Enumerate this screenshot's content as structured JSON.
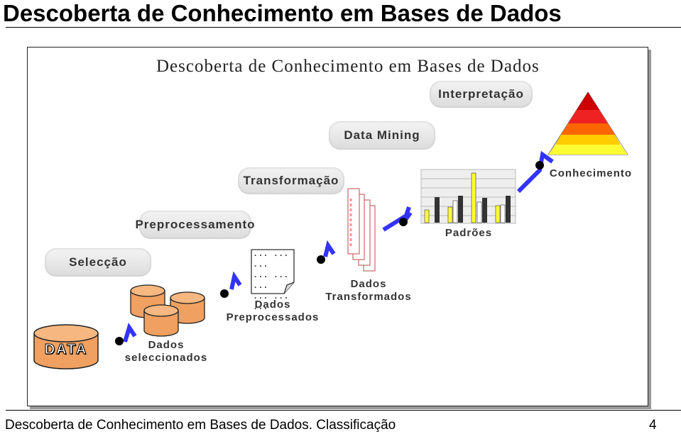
{
  "slide": {
    "title": "Descoberta de Conhecimento em Bases de Dados",
    "footer": "Descoberta de Conhecimento em Bases de Dados. Classificação",
    "page": "4"
  },
  "diagram": {
    "title": "Descoberta de Conhecimento em Bases de Dados",
    "stages": {
      "selection": "Selecção",
      "preprocessing": "Preprocessamento",
      "transformation": "Transformação",
      "data_mining": "Data Mining",
      "interpretation": "Interpretação"
    },
    "artifacts": {
      "data": "DATA",
      "selected_data": [
        "Dados",
        "seleccionados"
      ],
      "preprocessed_data": [
        "Dados",
        "Preprocessados"
      ],
      "transformed_data": [
        "Dados",
        "Transformados"
      ],
      "patterns": "Padrões",
      "knowledge": "Conhecimento"
    },
    "doc_lines": [
      "... ... ...",
      "... ... ...",
      "... ... ..."
    ],
    "colors": {
      "cylinder": "#f0a060",
      "arrow": "#3333ff",
      "pyramid": [
        "#cc0000",
        "#ee2222",
        "#ff6600",
        "#ffcc00",
        "#ffff33"
      ],
      "bar_yellow": "#ffff33",
      "bar_dark": "#333333",
      "bar_white": "#ffffff"
    }
  }
}
